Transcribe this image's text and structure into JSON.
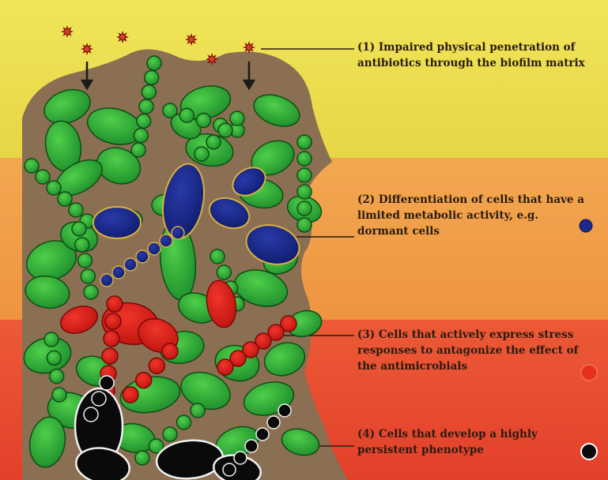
{
  "labels": {
    "mechanism_1": "(1) Impaired physical penetration of\nantibiotics through the biofilm matrix",
    "mechanism_2": "(2) Differentiation of cells that have a\nlimited metabolic activity, e.g.\ndormant cells",
    "mechanism_3": "(3) Cells that actively express stress\nresponses to antagonize the effect of\nthe antimicrobials",
    "mechanism_4": "(4) Cells that develop a highly\npersistent phenotype"
  },
  "colors": {
    "band_1": "#ecdf52",
    "band_2": "#f09e48",
    "band_3": "#e64a2e",
    "matrix": "#8a6f52",
    "normal_cell": "#2fa83a",
    "dormant_cell": "#1a2a8a",
    "stress_cell": "#e2261a",
    "persistent_cell": "#0a0a0a",
    "antibiotic": "#8a1a10"
  },
  "icons": {
    "antibiotic": "antibiotic-particle-icon",
    "dormant_marker": "blue-dot-icon",
    "stress_marker": "red-dot-icon",
    "persistent_marker": "black-dot-icon"
  }
}
